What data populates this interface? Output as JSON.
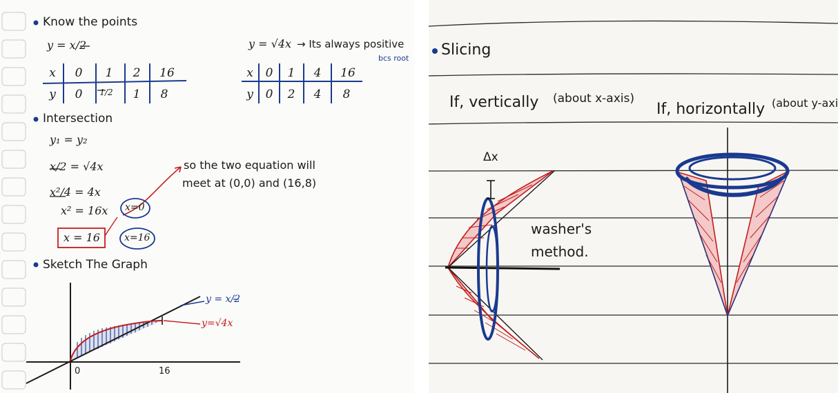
{
  "left": {
    "heading1": "Know the points",
    "eq1": "y = x/2",
    "table1": {
      "x_label": "x",
      "y_label": "y",
      "x": [
        "0",
        "1",
        "2",
        "16"
      ],
      "y": [
        "0",
        "1/2",
        "1",
        "8"
      ]
    },
    "eq2": "y = √4x",
    "eq2_note": "→ Its always positive",
    "eq2_note2": "bcs root",
    "table2": {
      "x_label": "x",
      "y_label": "y",
      "x": [
        "0",
        "1",
        "4",
        "16"
      ],
      "y": [
        "0",
        "2",
        "4",
        "8"
      ]
    },
    "heading2": "Intersection",
    "steps": [
      "y₁ = y₂",
      "x/2 = √4x",
      "x²/4 = 4x",
      "x² = 16x",
      "x = 16"
    ],
    "circled": [
      "x=0",
      "x=16"
    ],
    "conclusion_line1": "so the two equation will",
    "conclusion_line2": "meet at (0,0) and (16,8)",
    "heading3": "Sketch The Graph",
    "graph": {
      "line_label": "y = x/2",
      "curve_label": "y=√4x",
      "tick0": "0",
      "tick16": "16"
    },
    "colors": {
      "ink": "#1b1b1b",
      "blue": "#1a3a8f",
      "red": "#c41c1c"
    }
  },
  "right": {
    "heading": "Slicing",
    "case1": "If, vertically",
    "case1_paren": "(about x-axis)",
    "case2": "If, horizontally",
    "case2_paren": "(about y-axis)",
    "dx": "Δx",
    "method_line1": "washer's",
    "method_line2": "method."
  }
}
